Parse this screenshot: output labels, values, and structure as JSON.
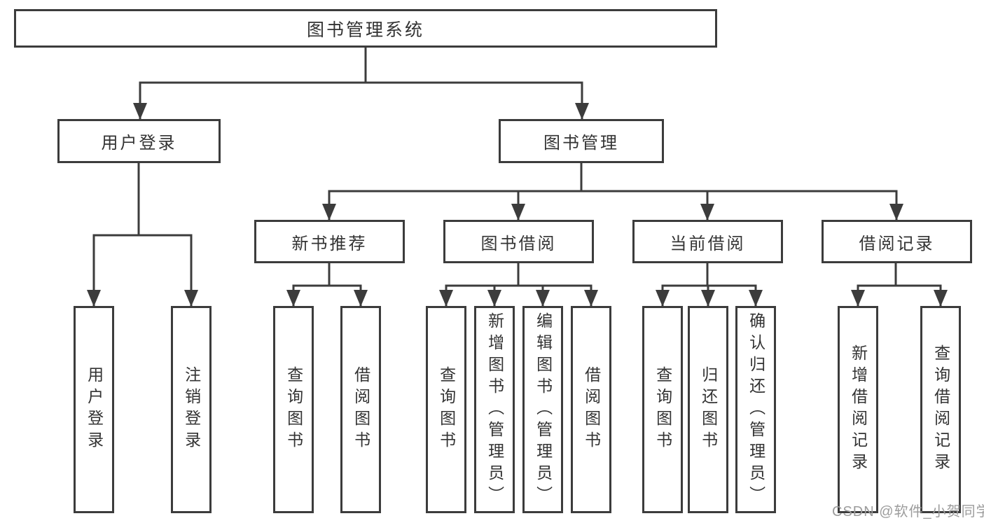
{
  "tree": {
    "root": "图书管理系统",
    "branches": [
      {
        "label": "用户登录",
        "children": [
          "用户登录",
          "注销登录"
        ]
      },
      {
        "label": "图书管理",
        "groups": [
          {
            "label": "新书推荐",
            "children": [
              "查询图书",
              "借阅图书"
            ]
          },
          {
            "label": "图书借阅",
            "children": [
              "查询图书",
              "新增图书（管理员）",
              "编辑图书（管理员）",
              "借阅图书"
            ]
          },
          {
            "label": "当前借阅",
            "children": [
              "查询图书",
              "归还图书",
              "确认归还（管理员）"
            ]
          },
          {
            "label": "借阅记录",
            "children": [
              "新增借阅记录",
              "查询借阅记录"
            ]
          }
        ]
      }
    ]
  },
  "watermark": {
    "text": "CSDN @软件_小贺同学"
  },
  "colors": {
    "line": "#3c3c3c",
    "text": "#333333",
    "watermark": "#9c9c9c",
    "background": "#ffffff"
  }
}
